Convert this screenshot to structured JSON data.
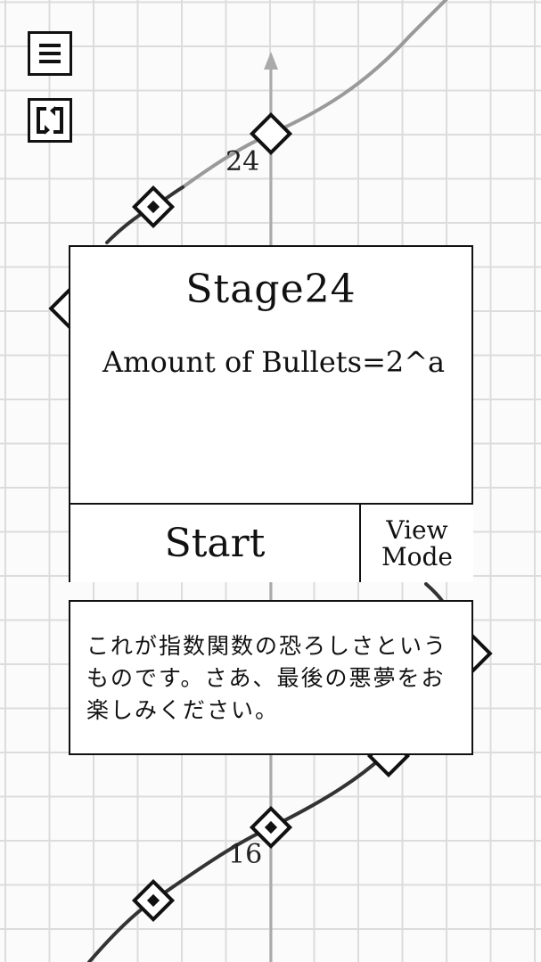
{
  "toolbar": {
    "menu_icon": "menu-icon",
    "swap_icon": "swap-icon"
  },
  "graph": {
    "labels": [
      "24",
      "16"
    ],
    "curve_color": "#333333",
    "axis_color": "#aaaaaa",
    "grid_color": "#dcdcdc"
  },
  "stage": {
    "title": "Stage24",
    "formula": "Amount of Bullets=2^a",
    "start_label": "Start",
    "view_mode_label": "View\nMode"
  },
  "message": {
    "text": "これが指数関数の恐ろしさというものです。さあ、最後の悪夢をお楽しみください。"
  }
}
